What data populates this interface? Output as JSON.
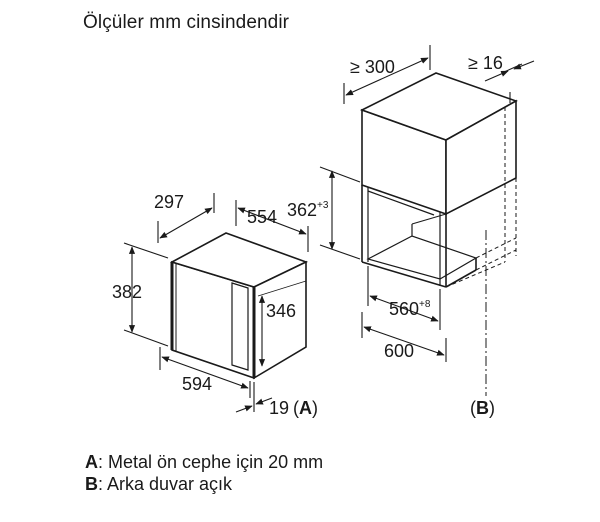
{
  "title": "Ölçüler mm cinsindendir",
  "device": {
    "depth_label": "297",
    "width_label": "554",
    "height_label": "382",
    "inner_height_label": "346",
    "front_width_label": "594",
    "front_depth_label": "19",
    "note_ref": "A"
  },
  "niche": {
    "min_depth_label": "≥ 300",
    "min_gap_label": "≥ 16",
    "height_label": "362",
    "height_tol": "+3",
    "width_label": "560",
    "width_tol": "+8",
    "outer_width_label": "600",
    "note_ref": "B"
  },
  "legend": [
    {
      "key": "A",
      "text": ": Metal ön cephe için 20 mm"
    },
    {
      "key": "B",
      "text": ": Arka duvar açık"
    }
  ]
}
